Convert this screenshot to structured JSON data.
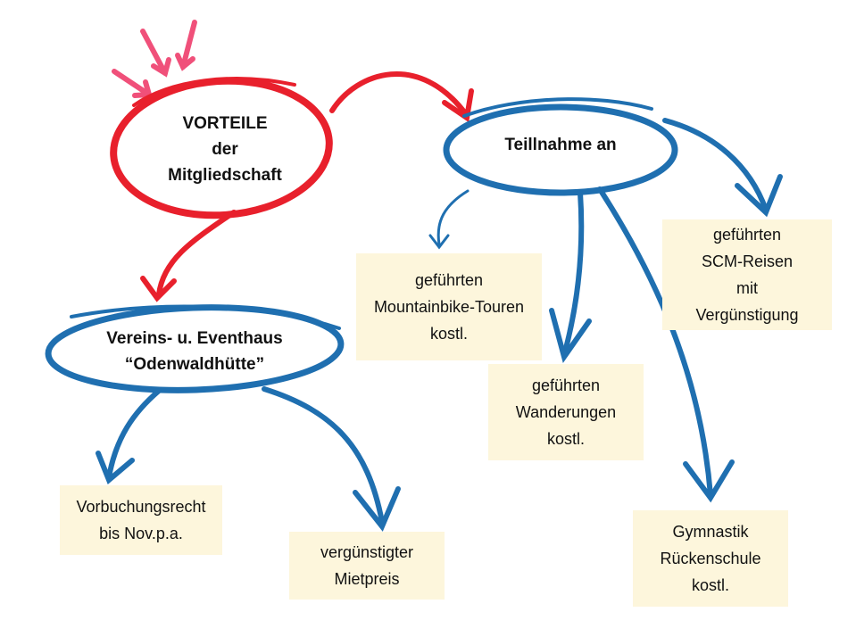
{
  "colors": {
    "red": "#e8202c",
    "blue": "#1f6fb0",
    "box_fill": "#fdf6dc",
    "pink": "#f0507a"
  },
  "nodes": {
    "vorteile": {
      "lines": [
        "VORTEILE",
        "der",
        "Mitgliedschaft"
      ]
    },
    "teilnahme": {
      "lines": [
        "Teillnahme an"
      ]
    },
    "vereinshaus": {
      "lines": [
        "Vereins- u. Eventhaus",
        "“Odenwaldhütte”"
      ]
    }
  },
  "boxes": {
    "mountainbike": {
      "lines": [
        "geführten",
        "Mountainbike-Touren",
        "kostl."
      ]
    },
    "wanderungen": {
      "lines": [
        "geführten",
        "Wanderungen",
        "kostl."
      ]
    },
    "scm_reisen": {
      "lines": [
        "geführten",
        "SCM-Reisen",
        "mit",
        "Vergünstigung"
      ]
    },
    "gymnastik": {
      "lines": [
        "Gymnastik",
        "Rückenschule",
        "kostl."
      ]
    },
    "vorbuchung": {
      "lines": [
        "Vorbuchungsrecht",
        "bis Nov.p.a."
      ]
    },
    "mietpreis": {
      "lines": [
        "vergünstigter",
        "Mietpreis"
      ]
    }
  }
}
